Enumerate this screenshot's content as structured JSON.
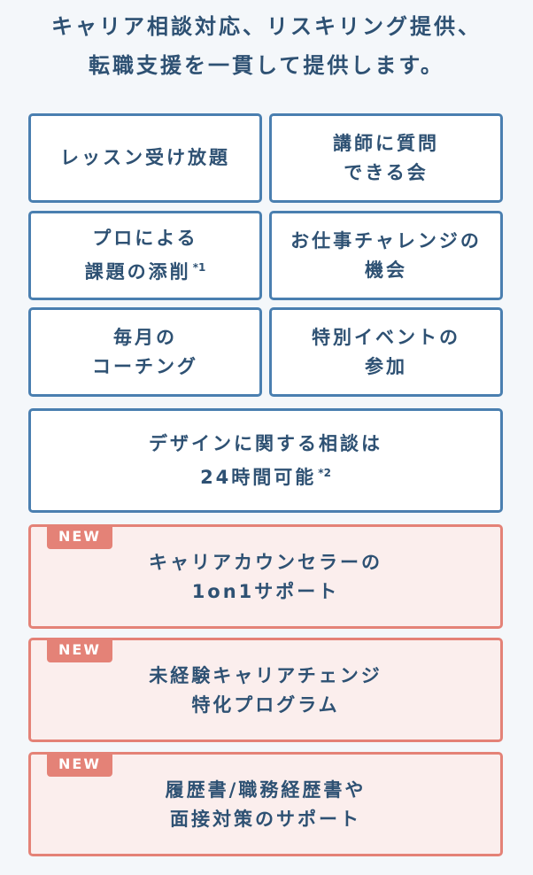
{
  "headline": {
    "line1": "キャリア相談対応、リスキリング提供、",
    "line2": "転職支援を一貫して提供します。"
  },
  "cards": [
    {
      "line1": "レッスン受け放題"
    },
    {
      "line1": "講師に質問",
      "line2": "できる会"
    },
    {
      "line1": "プロによる",
      "line2": "課題の添削",
      "note": "*1"
    },
    {
      "line1": "お仕事チャレンジの",
      "line2": "機会"
    },
    {
      "line1": "毎月の",
      "line2": "コーチング"
    },
    {
      "line1": "特別イベントの",
      "line2": "参加"
    },
    {
      "line1": "デザインに関する相談は",
      "line2": "24時間可能",
      "note": "*2"
    }
  ],
  "new_cards": [
    {
      "badge": "NEW",
      "line1": "キャリアカウンセラーの",
      "line2": "1on1サポート"
    },
    {
      "badge": "NEW",
      "line1": "未経験キャリアチェンジ",
      "line2": "特化プログラム"
    },
    {
      "badge": "NEW",
      "line1": "履歴書/職務経歴書や",
      "line2": "面接対策のサポート"
    }
  ],
  "colors": {
    "background": "#f4f7fa",
    "text": "#2e5173",
    "card_border": "#4a7fb0",
    "new_border": "#e48277",
    "new_background": "#fbeeed"
  }
}
